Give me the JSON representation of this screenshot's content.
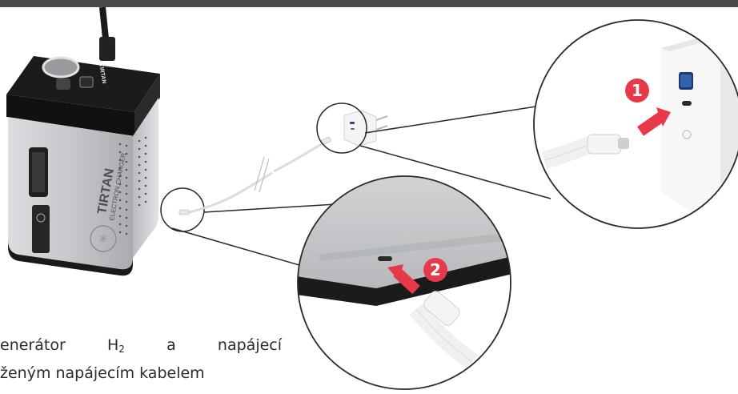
{
  "device": {
    "brand": "TIRTAN",
    "model": "ELECTRON CHARGER",
    "top_label": "TIRTAN"
  },
  "steps": [
    {
      "number": "1"
    },
    {
      "number": "2"
    }
  ],
  "caption": {
    "line1_pre": "enerátor H",
    "line1_sub": "2",
    "line1_post": "a napájecí",
    "line2": "ženým napájecím kabelem"
  },
  "colors": {
    "accent": "#e8394a",
    "frame": "#4a4a4a",
    "device_body": "#c9cacc",
    "device_cap": "#1f1f1f"
  }
}
